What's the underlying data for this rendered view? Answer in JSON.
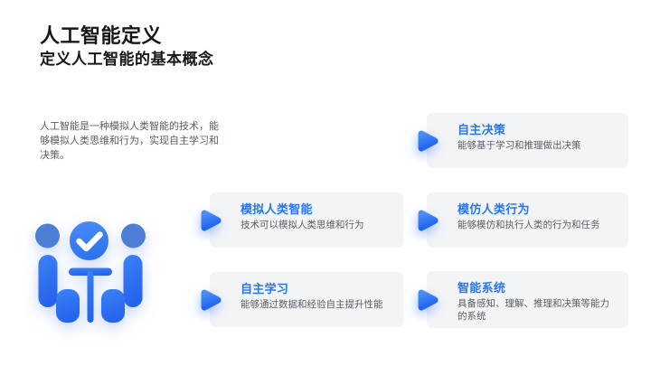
{
  "slide": {
    "title": "人工智能定义",
    "subtitle": "定义人工智能的基本概念",
    "intro": "人工智能是一种模拟人类智能的技术，能够模拟人类思维和行为，实现自主学习和决策。",
    "cards": [
      {
        "title": "自主决策",
        "desc": "能够基于学习和推理做出决策"
      },
      {
        "title": "模拟人类智能",
        "desc": "技术可以模拟人类思维和行为"
      },
      {
        "title": "模仿人类行为",
        "desc": "能够模仿和执行人类的行为和任务"
      },
      {
        "title": "自主学习",
        "desc": "能够通过数据和经验自主提升性能"
      },
      {
        "title": "智能系统",
        "desc": "具备感知、理解、推理和决策等能力的系统"
      }
    ],
    "icons": {
      "card_marker": "play-arrow-icon",
      "illustration": "meeting-approval-icon"
    },
    "colors": {
      "accent_blue": "#2e7bf2",
      "accent_blue_dark": "#1f66ea",
      "muted_head_blue": "#4e7fd5",
      "card_background": "#f3f4f6",
      "title_text": "#15171a",
      "body_text": "#5b6066"
    }
  }
}
